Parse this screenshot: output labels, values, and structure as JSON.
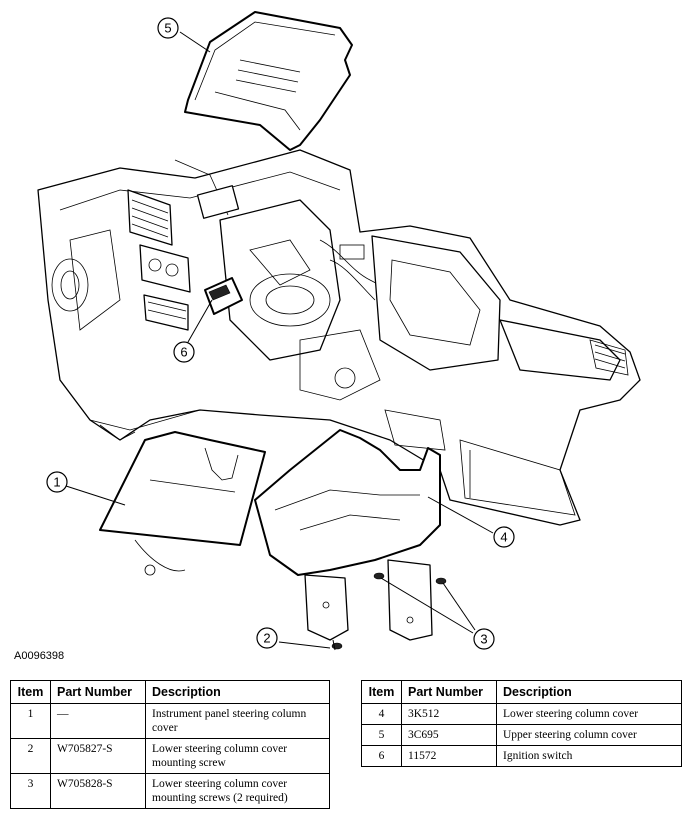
{
  "figure_id": "A0096398",
  "callouts": [
    "1",
    "2",
    "3",
    "4",
    "5",
    "6"
  ],
  "table_headers": {
    "item": "Item",
    "part_number": "Part Number",
    "description": "Description"
  },
  "table_left": [
    {
      "item": "1",
      "part_number": "—",
      "description": "Instrument panel steering column cover"
    },
    {
      "item": "2",
      "part_number": "W705827-S",
      "description": "Lower steering column cover mounting screw"
    },
    {
      "item": "3",
      "part_number": "W705828-S",
      "description": "Lower steering column cover mounting screws (2 required)"
    }
  ],
  "table_right": [
    {
      "item": "4",
      "part_number": "3K512",
      "description": "Lower steering column cover"
    },
    {
      "item": "5",
      "part_number": "3C695",
      "description": "Upper steering column cover"
    },
    {
      "item": "6",
      "part_number": "11572",
      "description": "Ignition switch"
    }
  ]
}
